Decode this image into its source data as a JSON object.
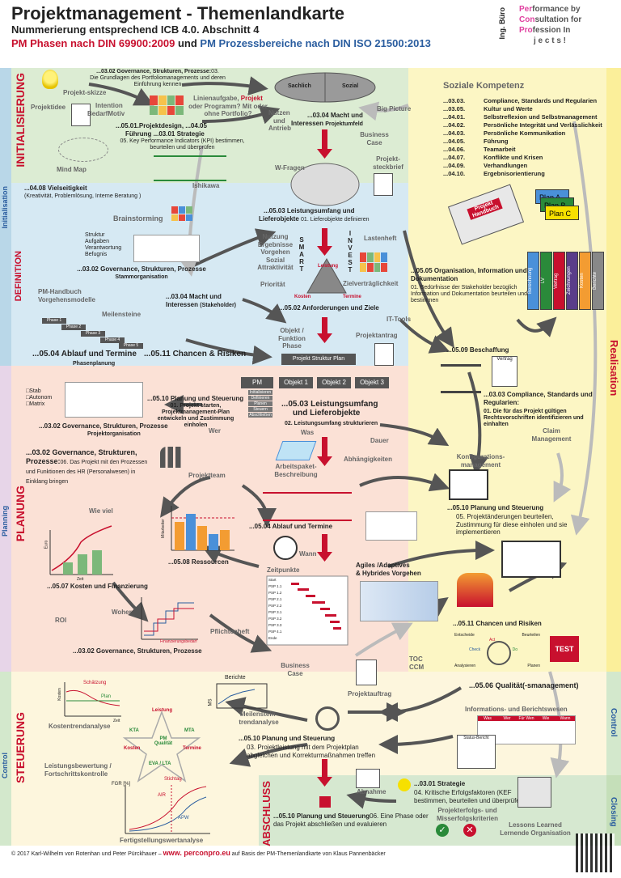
{
  "header": {
    "title": "Projektmanagement - Themenlandkarte",
    "subtitle": "Nummerierung entsprechend ICB 4.0. Abschnitt 4",
    "pm_phasen": "PM Phasen nach DIN 69900:2009",
    "und": "und",
    "pm_prozess": "PM Prozessbereiche nach DIN ISO 21500:2013"
  },
  "logo": {
    "ing_buero": "Ing. Büro",
    "line1a": "Per",
    "line1b": "formance by",
    "line2a": "Con",
    "line2b": "sultation for",
    "line3a": "Pro",
    "line3b": "fession In",
    "line4": "j e c t s !"
  },
  "phases": {
    "initialisierung": "INITIALISIERUNG",
    "initialisation": "Initialisation",
    "definition": "DEFINITION",
    "planung": "PLANUNG",
    "planning": "Planning",
    "steuerung": "STEUERUNG",
    "control": "Control",
    "abschluss": "ABSCHLUSS",
    "realisation": "Realisation",
    "control_r": "Control",
    "closing": "Closing"
  },
  "init": {
    "gov1": "...03.02 Governance, Strukturen, Prozesse:",
    "gov1_ref": "03.",
    "gov1_desc": "Die Grundlagen des Portfoliomanagements und deren Einführung kennen",
    "projekt_skizze": "Projekt-skizze",
    "projektidee": "Projektidee",
    "intention": "Intention",
    "bedarf": "BedarfMotiv",
    "linienaufgabe_pre": "Linienaufgabe,",
    "linienaufgabe_proj": "Projekt",
    "linienaufgabe_post": "oder Programm? Mit oder ohne Portfolio?",
    "design": "...05.01.Projektdesign, ...04.05",
    "fuehrung": "Führung ...03.01 Strategie",
    "kpi": "05. Key Performance Indicators (KPI) bestimmen, beurteilen und überprüfen",
    "mind_map": "Mind Map",
    "ishikawa": "Ishikawa",
    "vielseitigkeit": "...04.08 Vielseitigkeit",
    "vielseitigkeit_desc": "(Kreativität, Problemlösung, Interne Beratung )",
    "sachlich": "Sachlich",
    "sozial": "Sozial",
    "big_picture": "Big Picture",
    "nutzen": "Nutzen",
    "und": "und",
    "antrieb": "Antrieb",
    "macht": "...03.04 Macht und",
    "interessen": "Interessen",
    "projektumfeld": "Projektumfeld",
    "business_case": "Business Case",
    "w_fragen": "W-Fragen",
    "projekt_steckbrief": "Projekt-steckbrief"
  },
  "soziale": {
    "title": "Soziale Kompetenz",
    "items": [
      {
        "num": "...03.03.",
        "label": "Compliance, Standards und Regularien"
      },
      {
        "num": "...03.05.",
        "label": "Kultur und Werte"
      },
      {
        "num": "...04.01.",
        "label": "Selbstreflexion und Selbstmanagement"
      },
      {
        "num": "...04.02.",
        "label": "Persönliche Integrität und Verlässlichkeit"
      },
      {
        "num": "...04.03.",
        "label": "Persönliche Kommunikation"
      },
      {
        "num": "...04.05.",
        "label": "Führung"
      },
      {
        "num": "...04.06.",
        "label": "Teamarbeit"
      },
      {
        "num": "...04.07.",
        "label": "Konflikte und Krisen"
      },
      {
        "num": "...04.09.",
        "label": "Verhandlungen"
      },
      {
        "num": "...04.10.",
        "label": "Ergebnisorientierung"
      }
    ]
  },
  "definition": {
    "brainstorming": "Brainstorming",
    "bullets": [
      "Struktur",
      "Aufgaben",
      "Verantwortung",
      "Befugnis"
    ],
    "gov": "...03.02 Governance, Strukturen, Prozesse",
    "stammorganisation": "Stammorganisation",
    "leistungsumfang": "...05.03 Leistungsumfang und",
    "lieferobjekte": "Lieferobjekte",
    "lieferobjekte_desc": "01. Lieferobjekte definieren",
    "nutzung": "Nutzung",
    "ergebnisse": "Ergebnisse",
    "vorgehen": "Vorgehen",
    "sozial": "Sozial",
    "attraktivitaet": "Attraktivität",
    "prioritaet": "Priorität",
    "smart": [
      "S",
      "M",
      "A",
      "R",
      "T"
    ],
    "invest": [
      "I",
      "N",
      "V",
      "E",
      "S",
      "T"
    ],
    "leistung": "Leistung",
    "kosten": "Kosten",
    "termine": "Termine",
    "lastenheft": "Lastenheft",
    "zielvertraeglichkeit": "Zielverträglichkeit",
    "pm_handbuch": "PM-Handbuch",
    "vorgehensmodelle": "Vorgehensmodelle",
    "meilensteine": "Meilensteine",
    "phasen": [
      "Phase 1",
      "Phase 2",
      "Phase 3",
      "Phase 4",
      "Phase 5"
    ],
    "macht": "...03.04 Macht und",
    "interessen": "Interessen",
    "stakeholder": "(Stakeholder)",
    "anforderungen": "...05.02 Anforderungen und Ziele",
    "ablauf": "...05.04 Ablauf und Termine",
    "phasenplanung": "Phasenplanung",
    "chancen": "...05.11 Chancen & Risiken",
    "objekt_funktion": "Objekt / Funktion",
    "phase": "Phase",
    "psp": "Projekt Struktur Plan",
    "it_tools": "IT-Tools",
    "projektantrag": "Projektantrag"
  },
  "realisation": {
    "projekt_handbuch": "Projekt Handbuch",
    "plans": [
      "Plan A",
      "Plan B",
      "Plan C"
    ],
    "binders": [
      "Berechnung",
      "LV",
      "Vertrag",
      "Zeichnungen",
      "Kosten",
      "Berichte"
    ],
    "organisation": "...05.05 Organisation, Information und Dokumentation",
    "organisation_desc": "01. Bedürfnisse der Stakeholder bezüglich Information und Dokumentation beurteilen und bestimmen",
    "beschaffung": "...05.09 Beschaffung",
    "vertrag": "Vertrag",
    "compliance": "...03.03 Compliance, Standards und Regularien:",
    "compliance_desc": "01. Die für das Projekt gültigen Rechtsvorschriften identifizieren und einhalten",
    "claim": "Claim Management",
    "konfig": "Konfigurations-management",
    "planung_steuerung": "...05.10 Planung und Steuerung",
    "planung_steuerung_desc": "05. Projektänderungen beurteilen, Zustimmung für diese einholen und sie implementieren",
    "chancen": "...05.11 Chancen und Risiken",
    "qualitaet": "...05.06 Qualität(-smanagement)",
    "pdca": [
      "Entscheide",
      "Beurteilen",
      "Analysieren",
      "Planen",
      "Check",
      "Do",
      "Act"
    ],
    "test": "TEST",
    "toc": "TOC",
    "ccm": "CCM"
  },
  "planning": {
    "stab": "Stab",
    "autonom": "Autonom",
    "matrix": "Matrix",
    "planung_steuerung": "...05.10 Planung und Steuerung",
    "ps_desc": "01. Projekt starten, Projektmanagement-Plan entwickeln und Zustimmung einholen",
    "gov": "...03.02 Governance, Strukturen, Prozesse",
    "projektorganisation": "Projektorganisation",
    "pm": "PM",
    "objekte": [
      "Objekt 1",
      "Objekt 2",
      "Objekt 3"
    ],
    "pm_items": [
      "Initialisieren",
      "Definieren",
      "Planen",
      "Steuern",
      "Abschließen"
    ],
    "leistungsumfang": "...05.03 Leistungsumfang",
    "und_lief": "und Lieferobjekte",
    "leist_desc": "02. Leistungsumfang strukturieren",
    "wer": "Wer",
    "was": "Was",
    "dauer": "Dauer",
    "gov2": "...03.02 Governance, Strukturen,",
    "prozesse": "Prozesse:",
    "gov2_desc": "06. Das Projekt mit den Prozessen und Funktionen des HR (Personalwesen) in Einklang bringen",
    "projektteam": "Projektteam",
    "ap_beschreibung": "Arbeitspaket-Beschreibung",
    "abhaengigkeiten": "Abhängigkeiten",
    "wie_viel": "Wie viel",
    "euro": "Euro",
    "zeit": "Zeit",
    "mitarbeiter": "Mitarbeiter",
    "ablauf": "...05.04 Ablauf und Termine",
    "ressourcen": "...05.08 Ressourcen",
    "wann": "Wann",
    "zeitpunkte": "Zeitpunkte",
    "agil": "Agiles /Adaptives",
    "hybrid": "& Hybrides Vorgehen",
    "kosten": "...05.07 Kosten und Finanzierung",
    "roi": "ROI",
    "woher": "Woher",
    "finanzierungsbedarf": "Finanzierungsbedarf",
    "pflichtenheft": "Pflichtenheft",
    "gov3": "...03.02 Governance, Strukturen, Prozesse",
    "business_case": "Business Case",
    "projektauftrag": "Projektauftrag",
    "gantt_rows": [
      "Start",
      "PSP 1.1",
      "PSP 1.2",
      "PSP 2.1",
      "PSP 2.2",
      "PSP 3.1",
      "PSP 3.2",
      "PSP 3.3",
      "PSP 4.1",
      "Ende"
    ]
  },
  "control": {
    "schaetzung": "Schätzung",
    "plan": "Plan",
    "kosten": "Kosten",
    "zeit": "Zeit",
    "kostentrend": "Kostentrendanalyse",
    "berichte": "Berichte",
    "ms": "MS",
    "meilenstein": "Meilenstein-trendanalyse",
    "leistung": "Leistung",
    "kta": "KTA",
    "mta": "MTA",
    "pm_q": "PM Qualität",
    "termine": "Termine",
    "eva": "EVA / LTA",
    "leistungsbewertung": "Leistungsbewertung / Fortschrittskontrolle",
    "fgr": "FGR [%]",
    "stichtag": "Stichtag",
    "air": "AIR",
    "apw": "APW",
    "fertigstellung": "Fertigstellungswertanalyse",
    "info_berichtswesen": "Informations- und Berichtswesen",
    "table_headers": [
      "Was",
      "Wer",
      "Für Wen",
      "Wie",
      "Wann"
    ],
    "status_bericht": "Status-Bericht",
    "planung_steuerung": "...05.10 Planung und Steuerung",
    "ps_desc": "03. Projektleistung mit dem Projektplan abgleichen und Korrekturmaßnahmen treffen"
  },
  "closing": {
    "abnahme": "Abnahme",
    "strategie": "...03.01 Strategie",
    "strategie_desc": "04. Kritische Erfolgsfaktoren (KEF bestimmen, beurteilen und überprüfen)",
    "erfolg": "Projekterfolgs- und Misserfolgskriterien",
    "ps": "...05.10 Planung und Steuerung",
    "ps_desc": "06. Eine Phase oder das Projekt abschließen und evaluieren",
    "lessons": "Lessons Learned",
    "lernende": "Lernende Organisation"
  },
  "footer": {
    "copyright": "© 2017 Karl-Wilhelm von Rotenhan und Peter Pürckhauer –",
    "url": "www. perconpro.eu",
    "rest": "auf Basis der PM-Themenlandkarte von Klaus Pannenbäcker"
  },
  "colors": {
    "init_bg": "#dcecd3",
    "def_bg": "#d6e9f3",
    "plan_bg": "#fbe1d6",
    "control_bg": "#fdf6dd",
    "real_bg": "#fcf6c4",
    "closing_bg": "#d6e8d0",
    "red": "#c8102e",
    "blue": "#2a5d9f"
  }
}
